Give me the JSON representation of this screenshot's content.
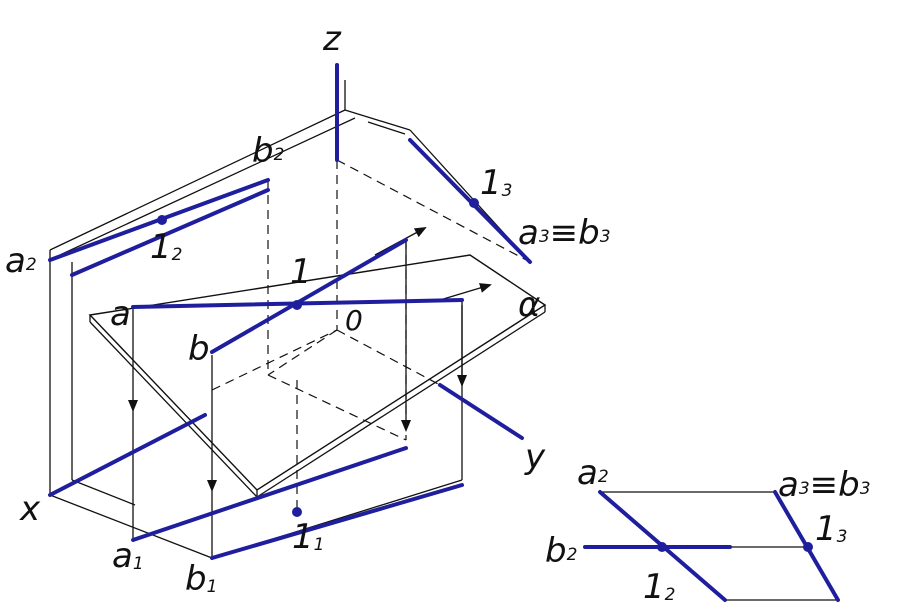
{
  "labels": {
    "z": "z",
    "y": "y",
    "x": "x",
    "origin": "0",
    "alpha": "α",
    "a": "a",
    "b": "b",
    "one": "1",
    "a2_main": "a",
    "a2_main_sub": "2",
    "b2_main": "b",
    "b2_main_sub": "2",
    "one2_main": "1",
    "one2_main_sub": "2",
    "one3_main": "1",
    "one3_main_sub": "3",
    "a3b3_main_a": "a",
    "a3b3_main_a_sub": "3",
    "a3b3_main_equiv": "≡",
    "a3b3_main_b": "b",
    "a3b3_main_b_sub": "3",
    "a1": "a",
    "a1_sub": "1",
    "b1": "b",
    "b1_sub": "1",
    "one1": "1",
    "one1_sub": "1",
    "small_a2": "a",
    "small_a2_sub": "2",
    "small_b2": "b",
    "small_b2_sub": "2",
    "small_one2": "1",
    "small_one2_sub": "2",
    "small_one3": "1",
    "small_one3_sub": "3",
    "small_a3b3_a": "a",
    "small_a3b3_a_sub": "3",
    "small_a3b3_equiv": "≡",
    "small_a3b3_b": "b",
    "small_a3b3_b_sub": "3"
  },
  "colors": {
    "line_blue": "#1f1f9e",
    "line_black": "#111111"
  }
}
